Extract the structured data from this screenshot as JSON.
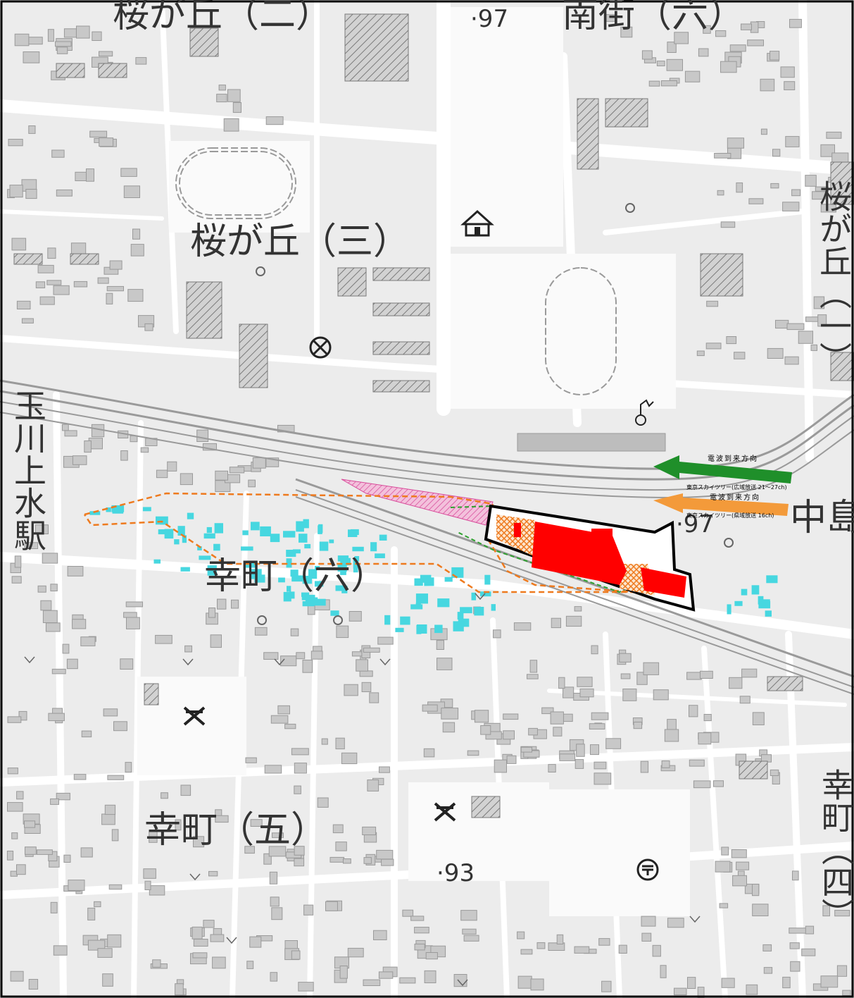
{
  "labels": {
    "sakuragaoka_2": "桜が丘（二）",
    "sakuragaoka_3": "桜が丘（三）",
    "minamimachi_6": "南街（六）",
    "sakuragaoka_1_vertical": "桜が丘（一）",
    "saiwaicho_6": "幸町（六）",
    "saiwaicho_5": "幸町（五）",
    "saiwaicho_4_vertical": "幸町（四）",
    "tamagawajosui_station": "玉川上水駅",
    "nakajima": "中島",
    "elevation_97_top": "·97",
    "elevation_97_mid": "·97",
    "elevation_93": "·93"
  },
  "legend": {
    "wave_direction_green": "電波到来方向",
    "skytree_wide": "東京スカイツリー(広域放送 21〜27ch)",
    "wave_direction_orange": "電波到来方向",
    "skytree_pref": "東京スカイツリー(県域放送 16ch)"
  },
  "colors": {
    "road": "#ffffff",
    "block": "#e6e6e6",
    "building": "#bdbdbd",
    "hatched": "#8c8c8c",
    "site_building": "#ff0000",
    "site_outline": "#000000",
    "shadow_orange": "#ee7a1e",
    "shadow_green": "#2ea02e",
    "shadow_pink": "#e36fb0",
    "affected_cyan": "#47d7e0",
    "arrow_green": "#1f8f2a",
    "arrow_orange": "#f39a3a"
  },
  "icons": [
    "museum-icon",
    "police-icon",
    "school-icon",
    "school-icon",
    "post-office-icon",
    "factory-icon",
    "elevation-point"
  ]
}
